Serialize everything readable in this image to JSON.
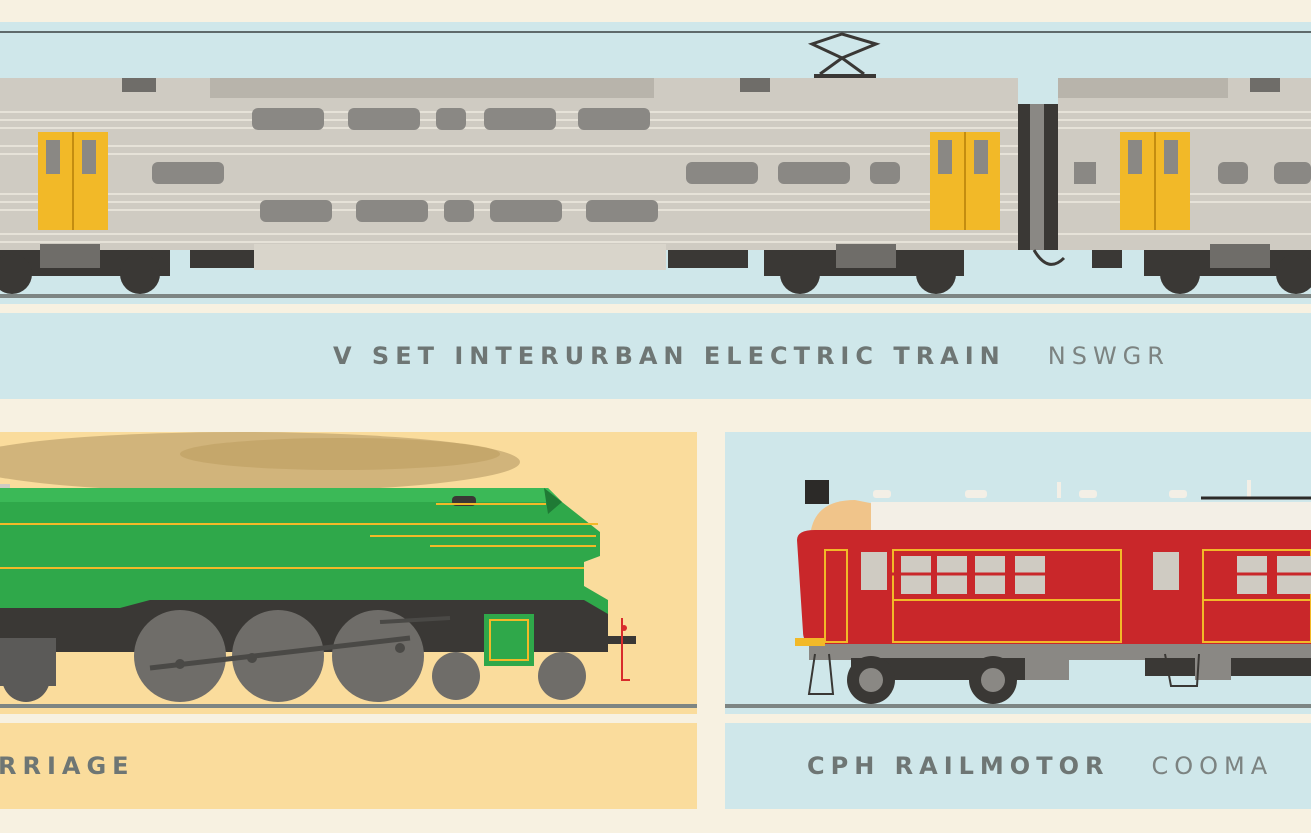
{
  "poster": {
    "top": {
      "name": "V SET INTERURBAN ELECTRIC TRAIN",
      "region": "NSWGR"
    },
    "bottom_left": {
      "name": "RRIAGE"
    },
    "bottom_right": {
      "name": "CPH RAILMOTOR",
      "region": "COOMA"
    }
  },
  "colors": {
    "paper": "#f7f1e1",
    "sky_blue": "#cfe7ea",
    "sand_yellow": "#fadc9c",
    "door_yellow": "#f2b928",
    "steam_green": "#2fa84a",
    "railmotor_red": "#c9272a",
    "silver": "#cfcbc2",
    "dark_grey": "#3a3835"
  },
  "icons": [
    "pantograph-icon"
  ]
}
